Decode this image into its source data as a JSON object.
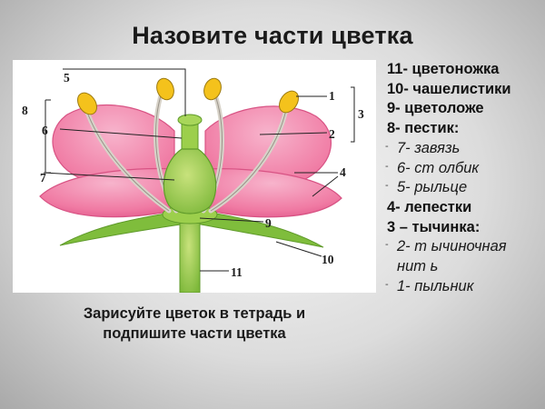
{
  "title": "Назовите части цветка",
  "caption_line1": "Зарисуйте цветок в тетрадь и",
  "caption_line2": "подпишите части цветка",
  "legend": {
    "item11": "11- цветоножка",
    "item10": "10- чашелистики",
    "item9": "9- цветоложе",
    "item8": "8- пестик:",
    "item7": "7- завязь",
    "item6": "6- ст олбик",
    "item5": "5- рыльце",
    "item4": "4- лепестки",
    "item3": "3 – тычинка:",
    "item2_line1": "2- т ычиночная",
    "item2_line2": "нит ь",
    "item1": "1- пыльник"
  },
  "figure_numbers": {
    "n1": "1",
    "n2": "2",
    "n3": "3",
    "n4": "4",
    "n5": "5",
    "n6": "6",
    "n7": "7",
    "n8": "8",
    "n9": "9",
    "n10": "10",
    "n11": "11"
  },
  "colors": {
    "petal": "#f27aa3",
    "petal_light": "#f6a9c6",
    "green": "#8cc441",
    "green_dark": "#5f9a2a",
    "anther": "#f4c21c",
    "filament": "#d6d2c8"
  }
}
